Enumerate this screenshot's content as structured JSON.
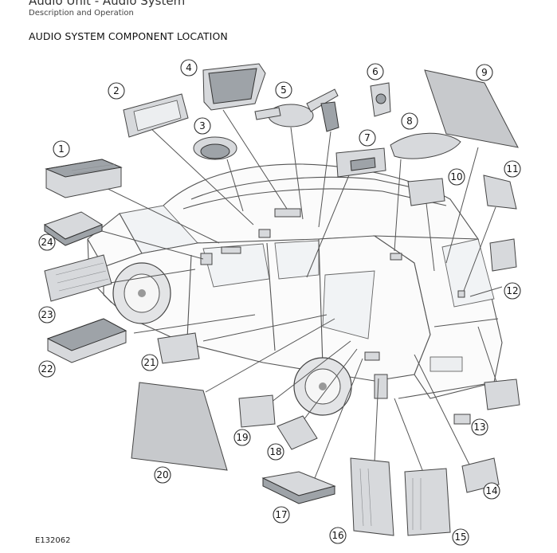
{
  "header": {
    "title": "Audio Unit - Audio System",
    "subtitle": "Description and Operation"
  },
  "section": {
    "heading": "AUDIO SYSTEM COMPONENT LOCATION"
  },
  "figure": {
    "id": "E132062"
  },
  "callouts": [
    {
      "label": "1"
    },
    {
      "label": "2"
    },
    {
      "label": "3"
    },
    {
      "label": "4"
    },
    {
      "label": "5"
    },
    {
      "label": "6"
    },
    {
      "label": "7"
    },
    {
      "label": "8"
    },
    {
      "label": "9"
    },
    {
      "label": "10"
    },
    {
      "label": "11"
    },
    {
      "label": "12"
    },
    {
      "label": "13"
    },
    {
      "label": "14"
    },
    {
      "label": "15"
    },
    {
      "label": "16"
    },
    {
      "label": "17"
    },
    {
      "label": "18"
    },
    {
      "label": "19"
    },
    {
      "label": "20"
    },
    {
      "label": "21"
    },
    {
      "label": "22"
    },
    {
      "label": "23"
    },
    {
      "label": "24"
    }
  ]
}
